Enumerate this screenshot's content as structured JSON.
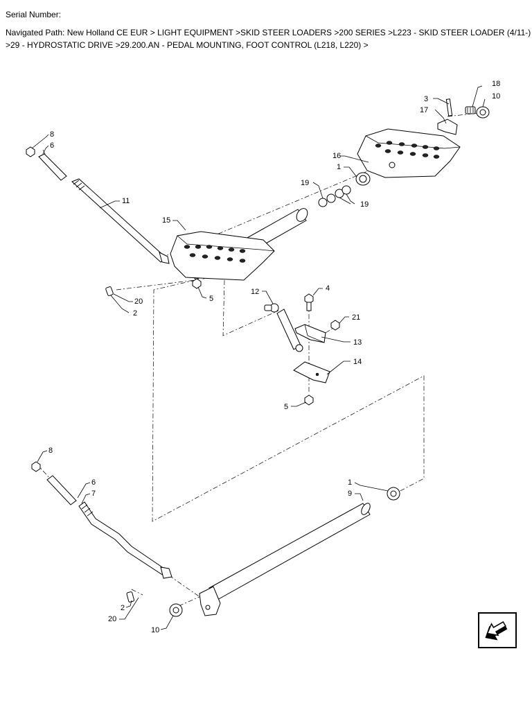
{
  "header": {
    "serial_label": "Serial Number:",
    "nav_line1": "Navigated Path: New Holland CE EUR > LIGHT EQUIPMENT >SKID STEER LOADERS >200 SERIES >L223 - SKID STEER LOADER (4/11-)",
    "nav_line2": ">29 - HYDROSTATIC DRIVE >29.200.AN - PEDAL MOUNTING, FOOT CONTROL (L218, L220) >"
  },
  "callouts": {
    "c18": "18",
    "c10a": "10",
    "c3": "3",
    "c17": "17",
    "c16": "16",
    "c1a": "1",
    "c19a": "19",
    "c19b": "19",
    "c8a": "8",
    "c6a": "6",
    "c11": "11",
    "c15": "15",
    "c20a": "20",
    "c2a": "2",
    "c5a": "5",
    "c12": "12",
    "c4": "4",
    "c21": "21",
    "c13": "13",
    "c14": "14",
    "c5b": "5",
    "c8b": "8",
    "c6b": "6",
    "c7": "7",
    "c1b": "1",
    "c9": "9",
    "c2b": "2",
    "c20b": "20",
    "c10b": "10"
  },
  "nav_button": {
    "icon": "back-arrow-icon"
  }
}
